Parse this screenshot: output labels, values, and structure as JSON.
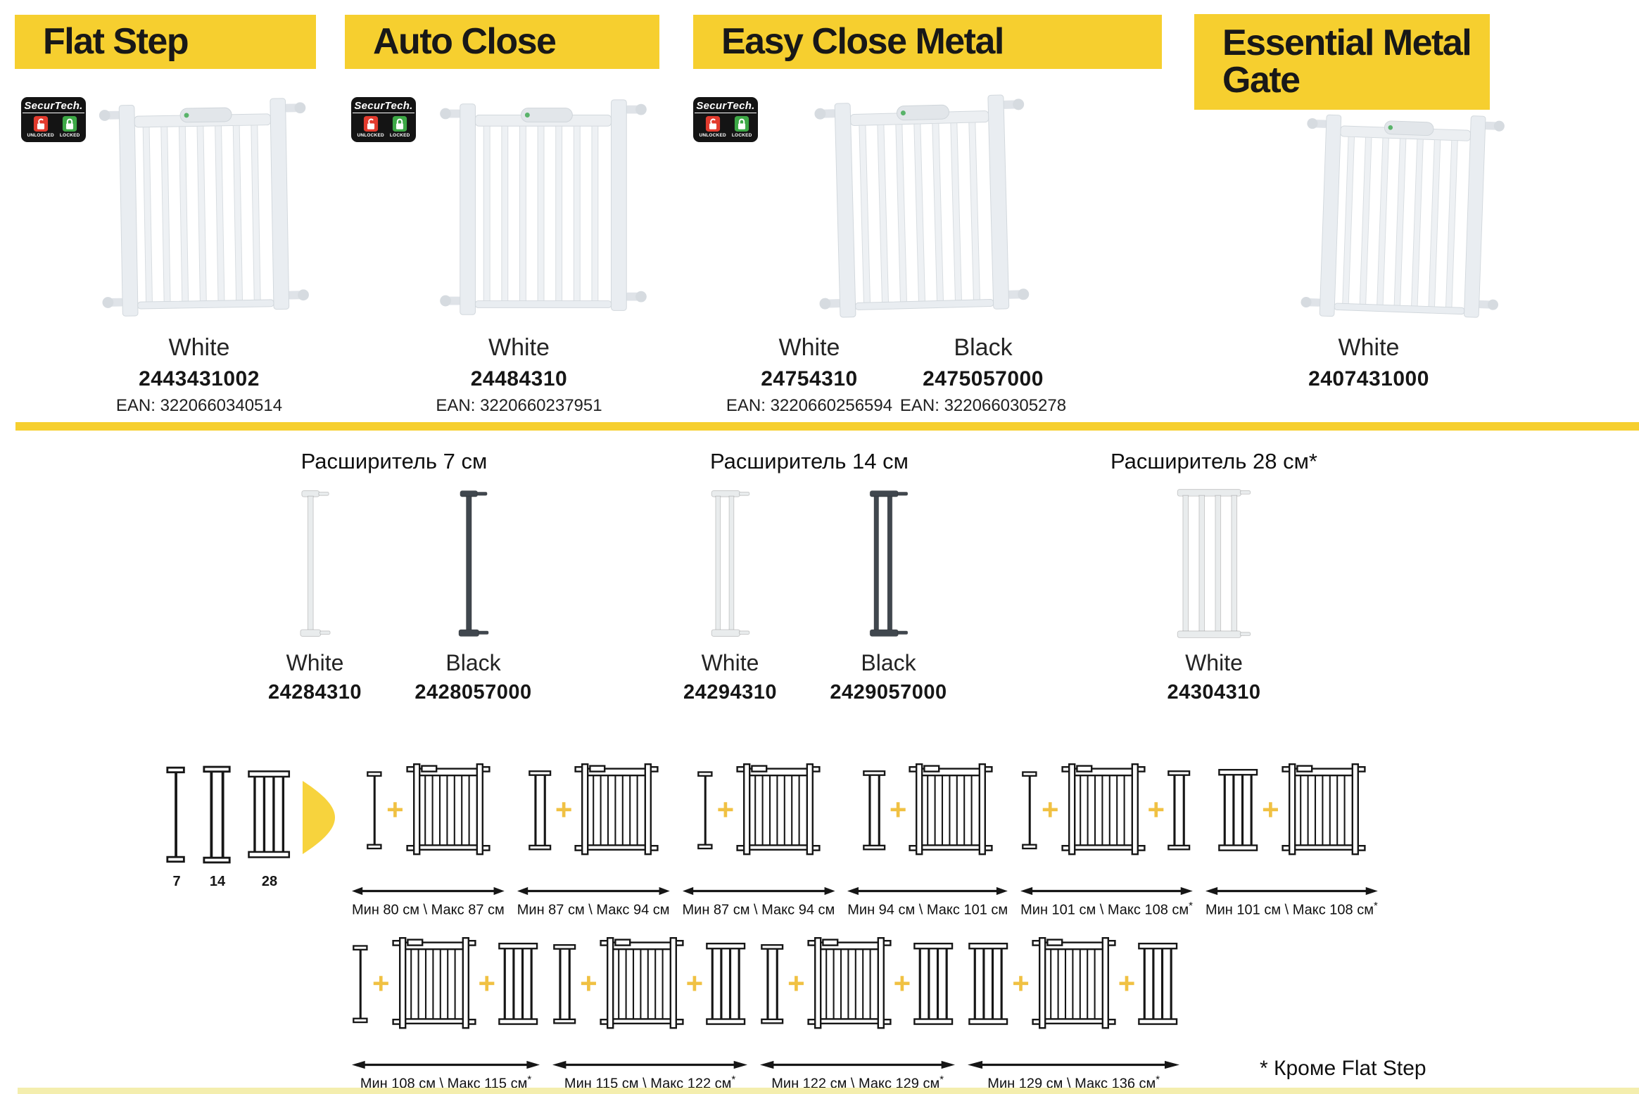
{
  "page": {
    "accent_yellow": "#F6CF2F",
    "pale_strip": "#F4EEAE",
    "plus_color": "#F0C143",
    "plus_sign": "+"
  },
  "securtech": {
    "brand": "SecurTech.",
    "unlocked": "UNLOCKED",
    "locked": "LOCKED",
    "red": "#E23B2E",
    "green": "#3DA846"
  },
  "products": [
    {
      "name": "Flat Step",
      "variants": [
        {
          "color": "White",
          "sku": "2443431002",
          "ean": "EAN: 3220660340514"
        }
      ]
    },
    {
      "name": "Auto Close",
      "variants": [
        {
          "color": "White",
          "sku": "24484310",
          "ean": "EAN: 3220660237951"
        }
      ]
    },
    {
      "name": "Easy Close Metal",
      "variants": [
        {
          "color": "White",
          "sku": "24754310",
          "ean": "EAN: 3220660256594"
        },
        {
          "color": "Black",
          "sku": "2475057000",
          "ean": "EAN: 3220660305278"
        }
      ]
    },
    {
      "name": "Essential Metal Gate",
      "variants": [
        {
          "color": "White",
          "sku": "2407431000",
          "ean": ""
        }
      ]
    }
  ],
  "extenders": [
    {
      "title": "Расширитель 7 см",
      "variants": [
        {
          "color": "White",
          "sku": "24284310"
        },
        {
          "color": "Black",
          "sku": "2428057000"
        }
      ]
    },
    {
      "title": "Расширитель 14 см",
      "variants": [
        {
          "color": "White",
          "sku": "24294310"
        },
        {
          "color": "Black",
          "sku": "2429057000"
        }
      ]
    },
    {
      "title": "Расширитель 28 см*",
      "variants": [
        {
          "color": "White",
          "sku": "24304310"
        }
      ]
    }
  ],
  "legend": {
    "sizes": [
      "7",
      "14",
      "28"
    ]
  },
  "bottom": {
    "row1": [
      {
        "caption": "Мин 80 см \\ Макс 87 см",
        "sup": ""
      },
      {
        "caption": "Мин 87 см \\ Макс 94 см",
        "sup": ""
      },
      {
        "caption": "Мин 87 см \\ Макс 94 см",
        "sup": ""
      },
      {
        "caption": "Мин 94 см \\ Макс 101 см",
        "sup": ""
      },
      {
        "caption": "Мин 101 см \\ Макс 108 см",
        "sup": "*"
      },
      {
        "caption": "Мин 101 см \\ Макс 108 см",
        "sup": "*"
      }
    ],
    "row2": [
      {
        "caption": "Мин 108 см \\ Макс 115 см",
        "sup": "*"
      },
      {
        "caption": "Мин 115 см \\ Макс 122 см",
        "sup": "*"
      },
      {
        "caption": "Мин 122 см \\ Макс 129 см",
        "sup": "*"
      },
      {
        "caption": "Мин 129 см \\ Макс 136 см",
        "sup": "*"
      }
    ],
    "footnote": "*  Кроме Flat Step"
  }
}
